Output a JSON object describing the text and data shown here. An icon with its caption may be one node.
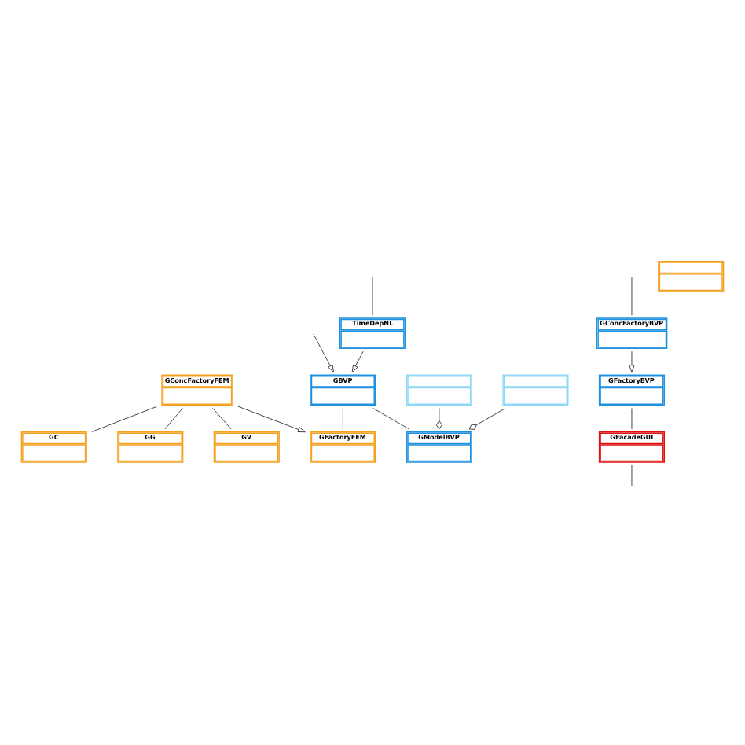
{
  "diagram": {
    "nodes": [
      {
        "text": [
          "TimeDepNL"
        ]
      },
      {
        "text": [
          "GConcFactoryBVP"
        ]
      },
      {
        "text": [],
        "shape": "box"
      },
      {
        "text": [
          "GFactoryBVP"
        ]
      },
      {
        "text": [
          "GFacadeGUI"
        ]
      },
      {
        "text": [
          "GBVP"
        ]
      },
      {
        "text": [
          "GFactoryFEM"
        ]
      },
      {
        "text": [],
        "shape": "box"
      },
      {
        "text": [
          "GModelBVP"
        ]
      },
      {
        "text": [
          "GConcFactoryFEM"
        ]
      },
      {
        "text": [
          "GC"
        ]
      },
      {
        "text": [],
        "shape": "box"
      },
      {
        "text": [
          "GG"
        ]
      },
      {
        "text": [
          "GV"
        ]
      }
    ],
    "edges": [
      {
        "from": null,
        "to": 0,
        "arrow": "none"
      },
      {
        "from": null,
        "to": 1,
        "arrow": "none"
      },
      {
        "from": 1,
        "to": 3,
        "arrow": "to"
      },
      {
        "from": 3,
        "to": 4,
        "arrow": "none"
      },
      {
        "from": 4,
        "to": null,
        "arrow": "none"
      },
      {
        "from": 0,
        "to": 5,
        "arrow": "to"
      },
      {
        "from": null,
        "to": 5,
        "arrow": "to"
      },
      {
        "from": 5,
        "to": 6,
        "arrow": "none"
      },
      {
        "from": 5,
        "to": 8,
        "arrow": "none"
      },
      {
        "from": 9,
        "to": 6,
        "arrow": "to"
      },
      {
        "from": 7,
        "to": 8,
        "arrow": "other"
      },
      {
        "from": 11,
        "to": 8,
        "arrow": "other"
      },
      {
        "from": 9,
        "to": 10,
        "arrow": "none"
      },
      {
        "from": 9,
        "to": 12,
        "arrow": "none"
      },
      {
        "from": 9,
        "to": 13,
        "arrow": "none"
      }
    ]
  }
}
